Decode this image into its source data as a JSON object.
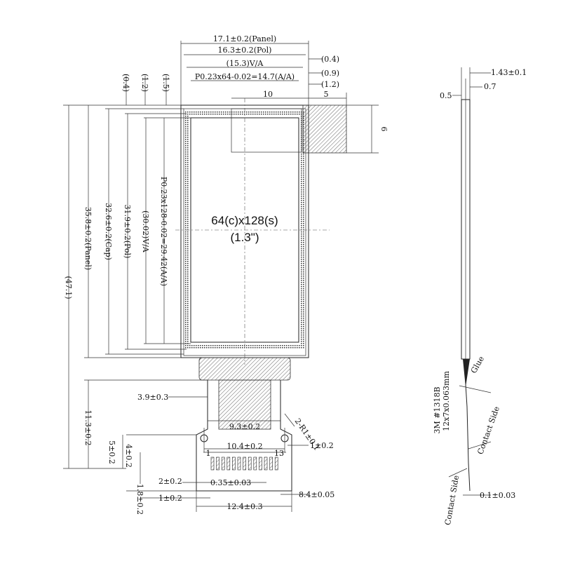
{
  "center": {
    "resolution": "64(c)x128(s)",
    "size": "(1.3\")"
  },
  "top_dims": {
    "panel_width": "17.1±0.2(Panel)",
    "pol_width": "16.3±0.2(Pol)",
    "va_width": "(15.3)V/A",
    "aa_width": "P0.23x64-0.02=14.7(A/A)",
    "pad_10": "10",
    "pad_5": "5",
    "r_04": "(0.4)",
    "r_09": "(0.9)",
    "r_12": "(1.2)",
    "pad_6": "6"
  },
  "left_dims": {
    "l_04": "(0.4)",
    "l_12": "(1.2)",
    "l_15": "(1.5)",
    "total": "(47.1)",
    "panel": "35.8±0.2(Panel)",
    "cap": "32.6±0.2(Cap)",
    "pol": "31.9±0.2(Pol)",
    "va": "(30.02)V/A",
    "aa": "P0.23x128-0.02=29.42(A/A)",
    "fpc_len": "11.3±0.2"
  },
  "fpc_dims": {
    "offset": "3.9±0.3",
    "neck": "9.3±0.2",
    "radius": "2-R1±0.1",
    "hole_span": "10.4±0.2",
    "stiff_5": "5±0.2",
    "stiff_4": "4±0.2",
    "pin_first": "1",
    "pin_last": "13",
    "hole_dia": "1±0.2",
    "d_2": "2±0.2",
    "pitch": "0.35±0.03",
    "d_18": "1.8±0.2",
    "d_1": "1±0.2",
    "width": "12.4±0.3",
    "stiff_thk": "8.4±0.05"
  },
  "side_view": {
    "t_143": "1.43±0.1",
    "t_07": "0.7",
    "t_05": "0.5",
    "tape": "3M #1318B",
    "tape_size": "12x7x0.063mm",
    "glue": "Glue",
    "contact_side_1": "Contact Side",
    "contact_side_2": "Contact Side",
    "t_01": "0.1±0.03"
  }
}
